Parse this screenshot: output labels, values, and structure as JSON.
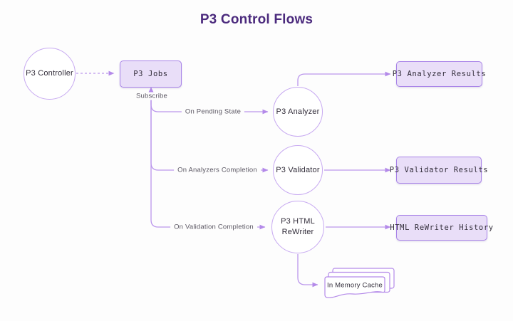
{
  "title": "P3 Control Flows",
  "theme": {
    "background": "#fdfdfd",
    "title_color": "#4b2a7d",
    "node_fill": "#e9def8",
    "node_border": "#a883e8",
    "circle_border": "#c7a9f1",
    "line_color": "#bb97ec",
    "arrow_color": "#b48ae9",
    "edge_label_color": "#5a5662",
    "node_text_color": "#332e3b"
  },
  "nodes": {
    "controller": {
      "label": "P3 Controller",
      "shape": "circle"
    },
    "jobs": {
      "label": "P3 Jobs",
      "shape": "rect"
    },
    "analyzer": {
      "label": "P3 Analyzer",
      "shape": "circle"
    },
    "validator": {
      "label": "P3 Validator",
      "shape": "circle"
    },
    "rewriter": {
      "label": "P3 HTML ReWriter",
      "shape": "circle"
    },
    "analyzer_results": {
      "label": "P3 Analyzer Results",
      "shape": "rect"
    },
    "validator_results": {
      "label": "P3 Validator Results",
      "shape": "rect"
    },
    "rewriter_history": {
      "label": "HTML ReWriter History",
      "shape": "rect"
    },
    "memory_cache": {
      "label": "In Memory Cache",
      "shape": "document-stack"
    }
  },
  "edges": {
    "controller_to_jobs": {
      "label": "",
      "style": "dashed"
    },
    "subscribe": {
      "label": "Subscribe"
    },
    "pending": {
      "label": "On Pending State"
    },
    "analyzers_completion": {
      "label": "On Analyzers Completion"
    },
    "validation_completion": {
      "label": "On Validation Completion"
    },
    "analyzer_to_results": {
      "label": ""
    },
    "validator_to_results": {
      "label": ""
    },
    "rewriter_to_history": {
      "label": ""
    },
    "rewriter_to_cache": {
      "label": ""
    }
  }
}
